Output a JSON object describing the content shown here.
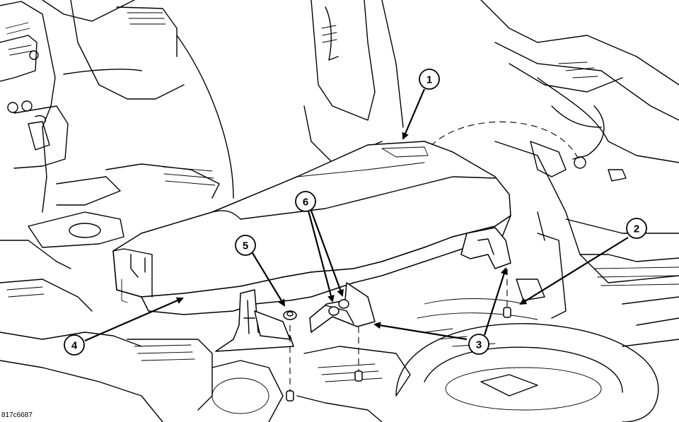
{
  "figure_id": "817c6687",
  "callouts": [
    {
      "id": "callout-1",
      "label": "1"
    },
    {
      "id": "callout-2",
      "label": "2"
    },
    {
      "id": "callout-3",
      "label": "3"
    },
    {
      "id": "callout-4",
      "label": "4"
    },
    {
      "id": "callout-5",
      "label": "5"
    },
    {
      "id": "callout-6",
      "label": "6"
    }
  ]
}
